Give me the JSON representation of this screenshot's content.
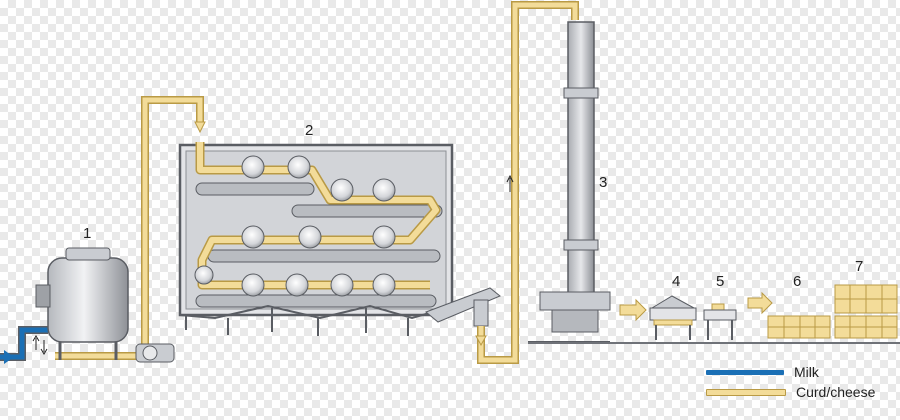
{
  "stations": [
    {
      "number": "1"
    },
    {
      "number": "2"
    },
    {
      "number": "3"
    },
    {
      "number": "4"
    },
    {
      "number": "5"
    },
    {
      "number": "6"
    },
    {
      "number": "7"
    }
  ],
  "legend": [
    {
      "label": "Milk",
      "color": "#1a6fb5"
    },
    {
      "label": "Curd/cheese",
      "color": "#f3dc99"
    }
  ],
  "colors": {
    "milk": "#1a6fb5",
    "curd": "#f3dc99",
    "curd_outline": "#b99a45",
    "machine": "#c9ccd1",
    "machine_dark": "#5a5d63"
  }
}
